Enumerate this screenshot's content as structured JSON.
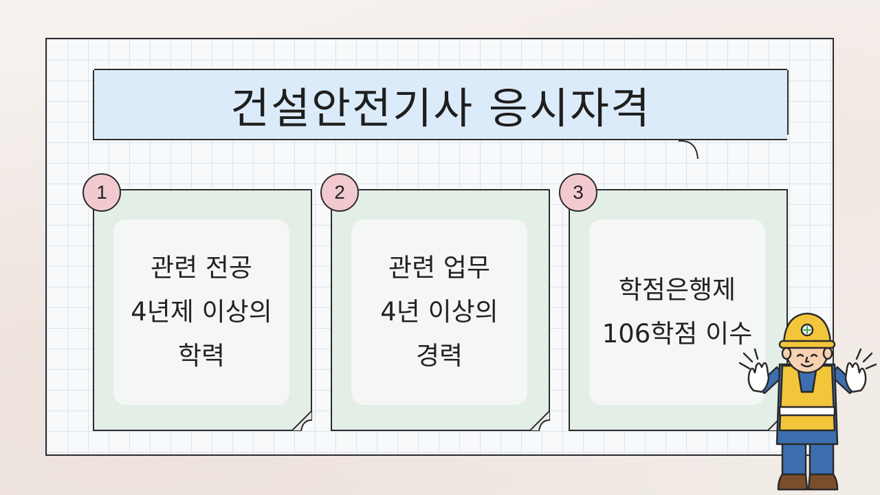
{
  "title": "건설안전기사 응시자격",
  "cards": [
    {
      "number": "1",
      "lines": [
        "관련 전공",
        "4년제 이상의",
        "학력"
      ]
    },
    {
      "number": "2",
      "lines": [
        "관련 업무",
        "4년 이상의",
        "경력"
      ]
    },
    {
      "number": "3",
      "lines": [
        "학점은행제",
        "106학점 이수"
      ]
    }
  ],
  "colors": {
    "title_band": "#dcebf9",
    "card_bg": "#e3eee6",
    "card_inner": "#f4f7f5",
    "badge": "#f1c9cf",
    "board_bg": "#f7f9fb",
    "outline": "#2a2a2a"
  },
  "illustration": {
    "icon": "construction-worker-icon"
  }
}
